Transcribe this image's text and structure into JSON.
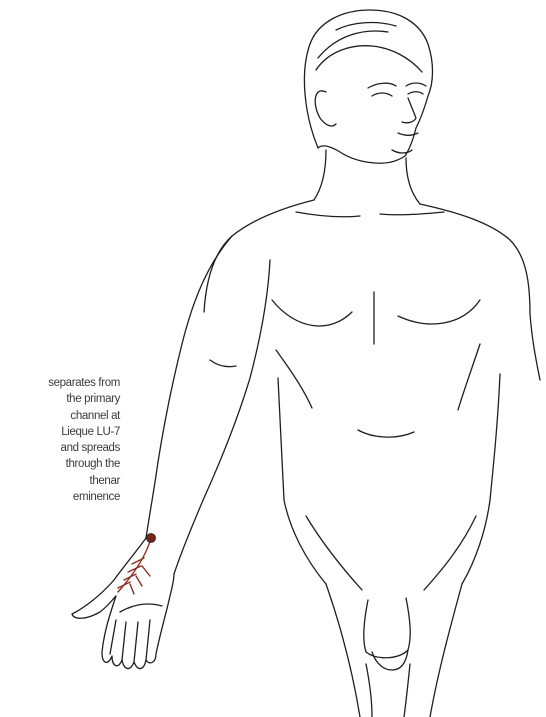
{
  "annotation": {
    "lines": [
      "separates from",
      "the primary",
      "channel at",
      "Lieque LU-7",
      "and spreads",
      "through the",
      "thenar",
      "eminence"
    ]
  },
  "colors": {
    "outline": "#1f1f1f",
    "channel": "#8b2e22",
    "point": "#7a2418",
    "text": "#3a3a3a"
  }
}
